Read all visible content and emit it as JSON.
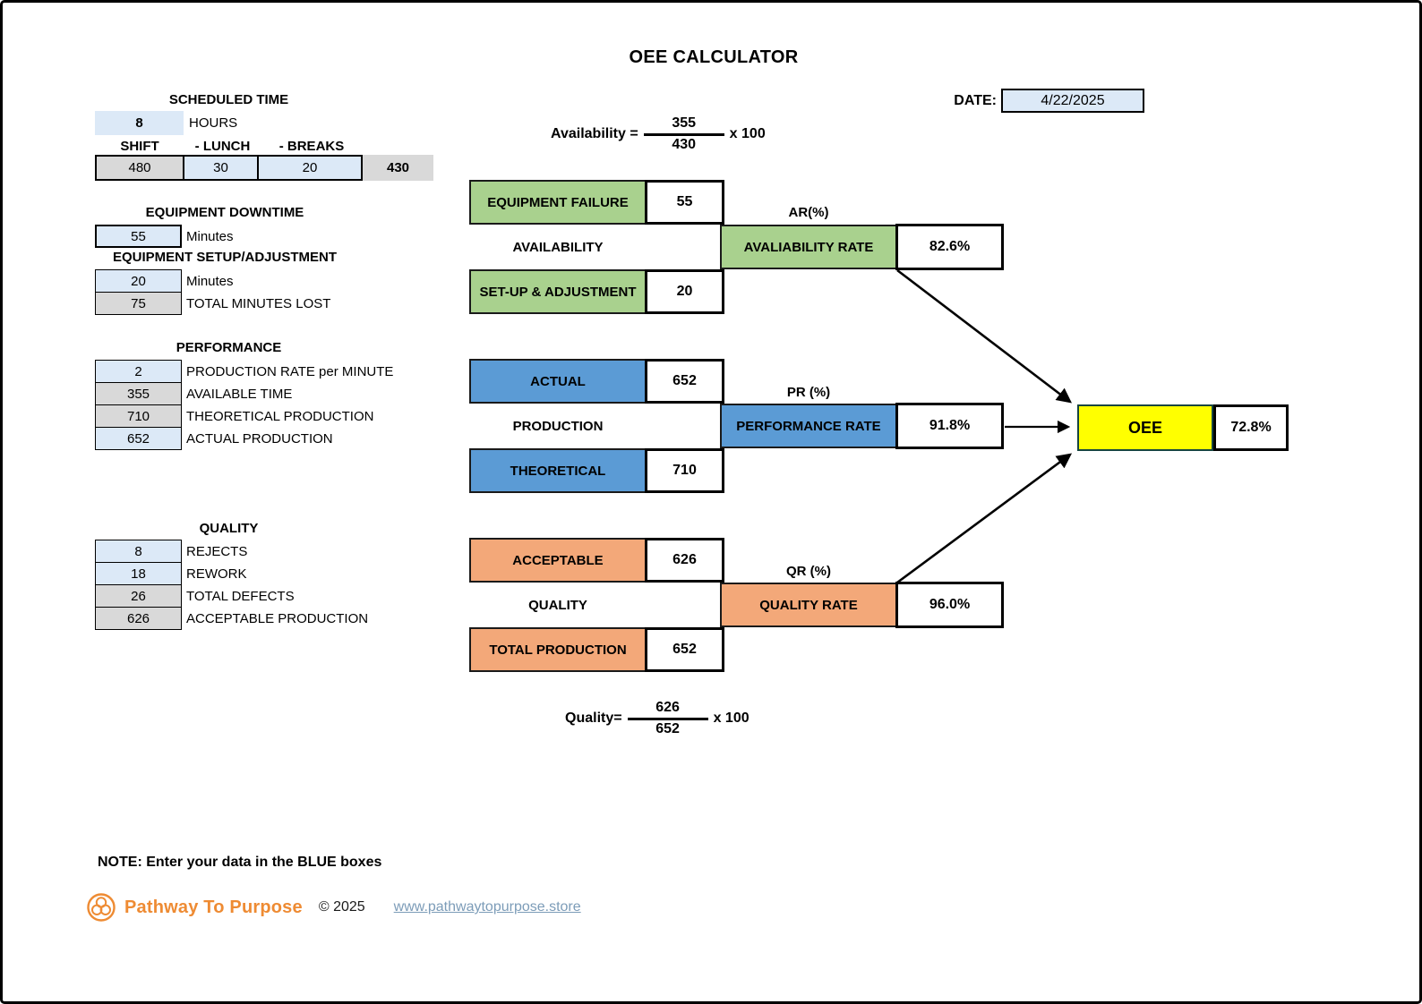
{
  "title": "OEE CALCULATOR",
  "date": {
    "label": "DATE:",
    "value": "4/22/2025"
  },
  "scheduled_time": {
    "header": "SCHEDULED TIME",
    "hours_value": "8",
    "hours_label": "HOURS",
    "col_headers": {
      "shift": "SHIFT",
      "lunch": "- LUNCH",
      "breaks": "- BREAKS"
    },
    "shift_value": "480",
    "lunch_value": "30",
    "breaks_value": "20",
    "total_value": "430"
  },
  "downtime": {
    "header": "EQUIPMENT DOWNTIME",
    "downtime_value": "55",
    "downtime_label": "Minutes",
    "setup_header": "EQUIPMENT SETUP/ADJUSTMENT",
    "setup_value": "20",
    "setup_label": "Minutes",
    "total_value": "75",
    "total_label": "TOTAL MINUTES LOST"
  },
  "performance": {
    "header": "PERFORMANCE",
    "rows": [
      {
        "value": "2",
        "label": "PRODUCTION RATE per MINUTE"
      },
      {
        "value": "355",
        "label": "AVAILABLE TIME"
      },
      {
        "value": "710",
        "label": "THEORETICAL PRODUCTION"
      },
      {
        "value": "652",
        "label": "ACTUAL PRODUCTION"
      }
    ]
  },
  "quality_section": {
    "header": "QUALITY",
    "rows": [
      {
        "value": "8",
        "label": "REJECTS"
      },
      {
        "value": "18",
        "label": "REWORK"
      },
      {
        "value": "26",
        "label": "TOTAL DEFECTS"
      },
      {
        "value": "626",
        "label": "ACCEPTABLE PRODUCTION"
      }
    ]
  },
  "availability_formula": {
    "label": "Availability =",
    "numerator": "355",
    "denominator": "430",
    "suffix": "x 100"
  },
  "quality_formula": {
    "label": "Quality=",
    "numerator": "626",
    "denominator": "652",
    "suffix": "x 100"
  },
  "flow": {
    "availability": {
      "top_label": "EQUIPMENT FAILURE",
      "top_value": "55",
      "center_label": "AVAILABILITY",
      "bottom_label": "SET-UP & ADJUSTMENT",
      "bottom_value": "20",
      "rate_header": "AR(%)",
      "rate_label": "AVALIABILITY RATE",
      "rate_value": "82.6%"
    },
    "production": {
      "top_label": "ACTUAL",
      "top_value": "652",
      "center_label": "PRODUCTION",
      "bottom_label": "THEORETICAL",
      "bottom_value": "710",
      "rate_header": "PR (%)",
      "rate_label": "PERFORMANCE RATE",
      "rate_value": "91.8%"
    },
    "quality": {
      "top_label": "ACCEPTABLE",
      "top_value": "626",
      "center_label": "QUALITY",
      "bottom_label": "TOTAL PRODUCTION",
      "bottom_value": "652",
      "rate_header": "QR (%)",
      "rate_label": "QUALITY RATE",
      "rate_value": "96.0%"
    },
    "oee": {
      "label": "OEE",
      "value": "72.8%"
    }
  },
  "note": "NOTE: Enter your data in the BLUE boxes",
  "footer": {
    "brand": "Pathway To Purpose",
    "copyright": "© 2025",
    "link": "www.pathwaytopurpose.store"
  },
  "colors": {
    "input-blue": "#DCE9F7",
    "calc-gray": "#D9D9D9",
    "availability-green": "#A9D18E",
    "production-blue": "#5B9BD5",
    "quality-orange": "#F3A879",
    "oee-yellow": "#FFFF00",
    "brand-orange": "#EE8B33",
    "link-blue": "#7C9CB8"
  }
}
